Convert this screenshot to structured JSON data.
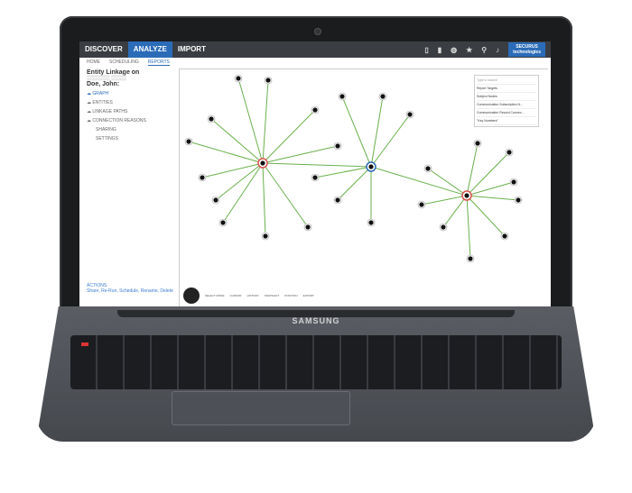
{
  "brand": "SAMSUNG",
  "app": {
    "tabs": [
      {
        "label": "DISCOVER"
      },
      {
        "label": "ANALYZE",
        "active": true
      },
      {
        "label": "IMPORT"
      }
    ],
    "toolbar_icons": [
      "document-icon",
      "clipboard-icon",
      "globe-icon",
      "star-icon",
      "search-icon",
      "bell-icon"
    ],
    "logo": {
      "line1": "SECURUS",
      "line2": "technologies"
    },
    "accent": "#2b6cb8",
    "subnav": [
      {
        "label": "HOME"
      },
      {
        "label": "SCHEDULING"
      },
      {
        "label": "REPORTS",
        "active": true
      }
    ],
    "report": {
      "title": "Entity Linkage on",
      "subject": "Doe, John:",
      "nav": [
        {
          "label": "GRAPH",
          "active": true
        },
        {
          "label": "ENTITIES"
        },
        {
          "label": "LINKAGE PATHS"
        },
        {
          "label": "CONNECTION REASONS"
        },
        {
          "label": "SHARING"
        },
        {
          "label": "SETTINGS"
        }
      ],
      "actions_title": "ACTIONS",
      "actions": "Share, Re-Run, Schedule, Rename, Delete"
    },
    "legend": {
      "placeholder": "Type to search",
      "items": [
        "Report Targets",
        "Subject Nodes",
        "Communication Subscription N...",
        "Communication Record Connec...",
        "\"Key Numbers\""
      ]
    },
    "tools": [
      "SELECT MODE",
      "CURSOR",
      "HISTORY",
      "SNAPSHOT",
      "POSITION",
      "EXPORT"
    ],
    "graph": {
      "edge_color": "#6ab04c",
      "hub_colors": [
        "#d9534f",
        "#2b6cb8",
        "#d9534f"
      ],
      "node_color": "#111111"
    }
  }
}
